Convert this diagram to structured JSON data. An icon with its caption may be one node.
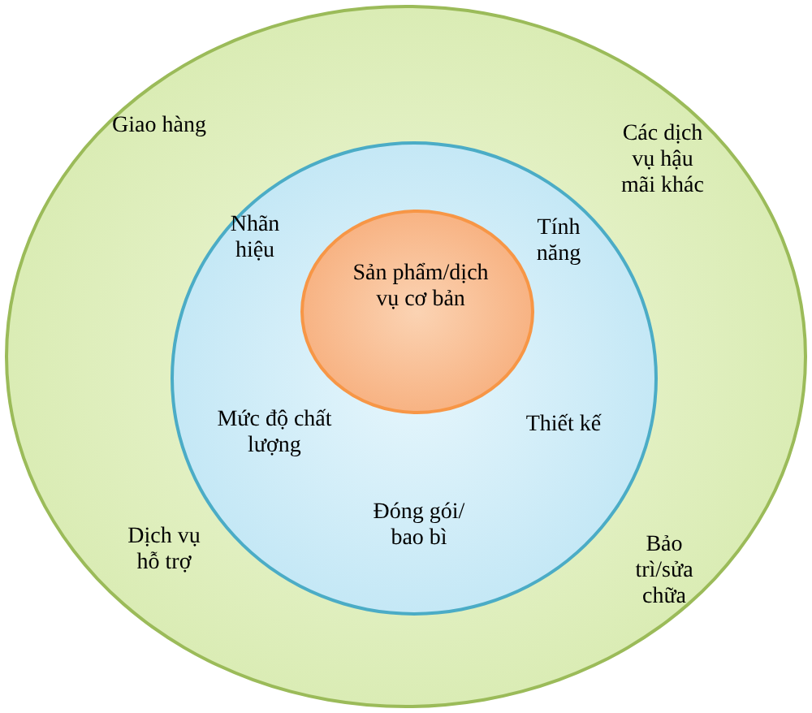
{
  "diagram": {
    "nodes": [
      {
        "text": [
          "Giao hàng",
          "Các dịch vụ hậu mãi khác",
          "Dịch vụ hỗ trợ",
          "Bảo trì/sửa chữa"
        ]
      },
      {
        "text": [
          "Nhãn hiệu",
          "Tính năng",
          "Mức độ chất lượng",
          "Thiết kế",
          "Đóng gói/ bao bì"
        ],
        "in": 0
      },
      {
        "text": [
          "Sản phẩm/dịch vụ cơ bản"
        ],
        "in": 1
      }
    ]
  }
}
